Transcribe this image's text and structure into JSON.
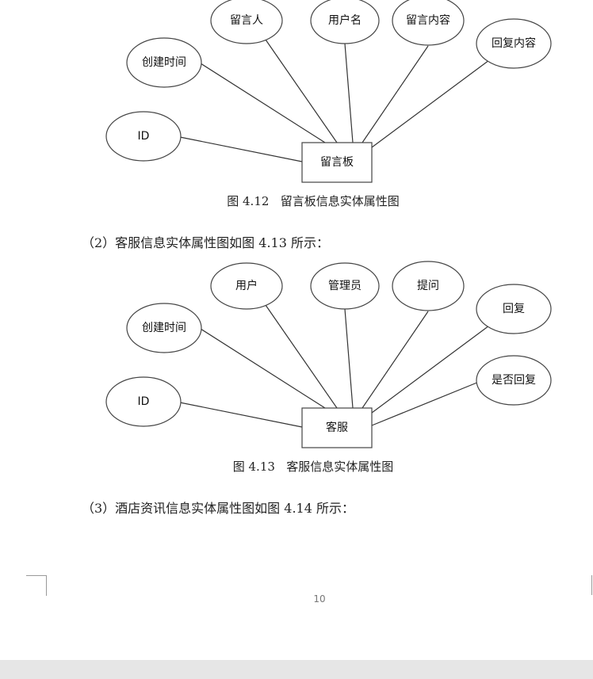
{
  "figure_412": {
    "entity": "留言板",
    "attributes": [
      "ID",
      "创建时间",
      "留言人",
      "用户名",
      "留言内容",
      "回复内容"
    ],
    "caption": "图 4.12   留言板信息实体属性图"
  },
  "paragraph_2": "（2）客服信息实体属性图如图 4.13 所示：",
  "figure_413": {
    "entity": "客服",
    "attributes": [
      "ID",
      "创建时间",
      "用户",
      "管理员",
      "提问",
      "回复",
      "是否回复"
    ],
    "caption": "图 4.13   客服信息实体属性图"
  },
  "paragraph_3": "（3）酒店资讯信息实体属性图如图 4.14 所示：",
  "page_number": "10"
}
